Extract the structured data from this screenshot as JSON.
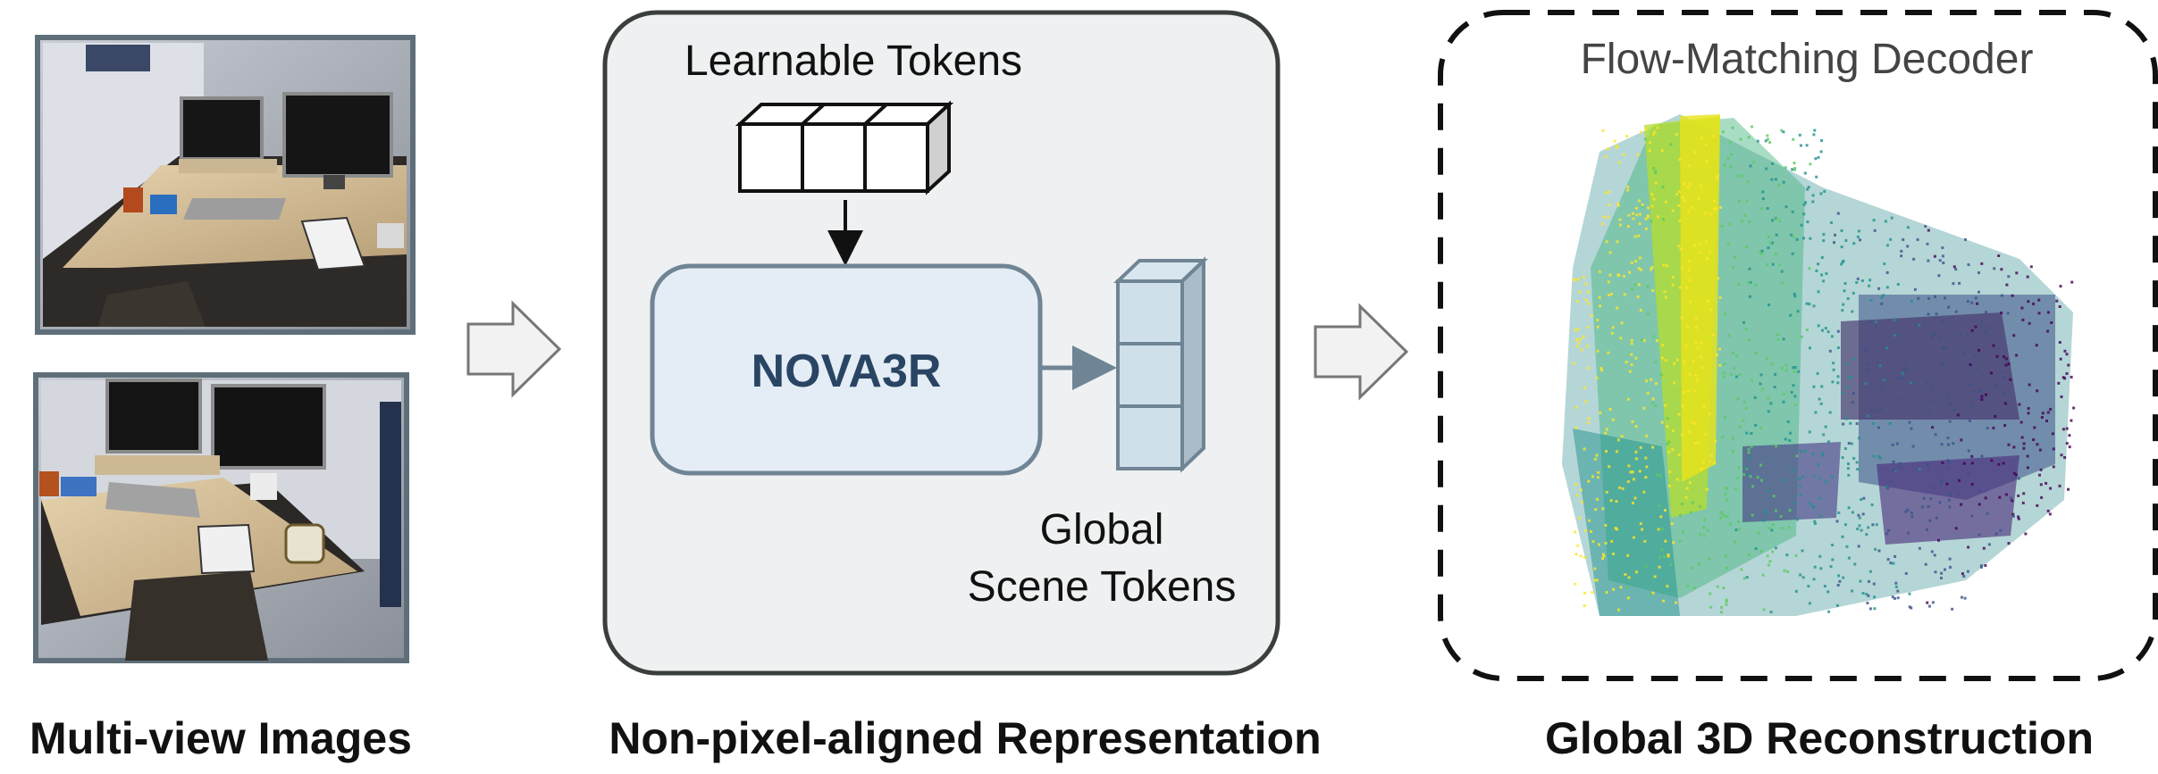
{
  "left_panel": {
    "caption": "Multi-view Images",
    "images": [
      "office-desk-view-1",
      "office-desk-view-2"
    ]
  },
  "center_panel": {
    "caption": "Non-pixel-aligned Representation",
    "learnable_tokens_label": "Learnable Tokens",
    "model_name": "NOVA3R",
    "global_tokens_label_line1": "Global",
    "global_tokens_label_line2": "Scene Tokens",
    "box_fill": "#eef0f1",
    "model_fill": "#e4edf5",
    "model_text_color": "#2a4564",
    "token_fill": "#cfe0ea"
  },
  "right_panel": {
    "caption": "Global 3D Reconstruction",
    "decoder_label": "Flow-Matching Decoder",
    "colormap": [
      "#440154",
      "#3b528b",
      "#21918c",
      "#5ec962",
      "#fde725"
    ]
  },
  "icons": [
    "right-arrow-icon",
    "down-arrow-icon"
  ]
}
